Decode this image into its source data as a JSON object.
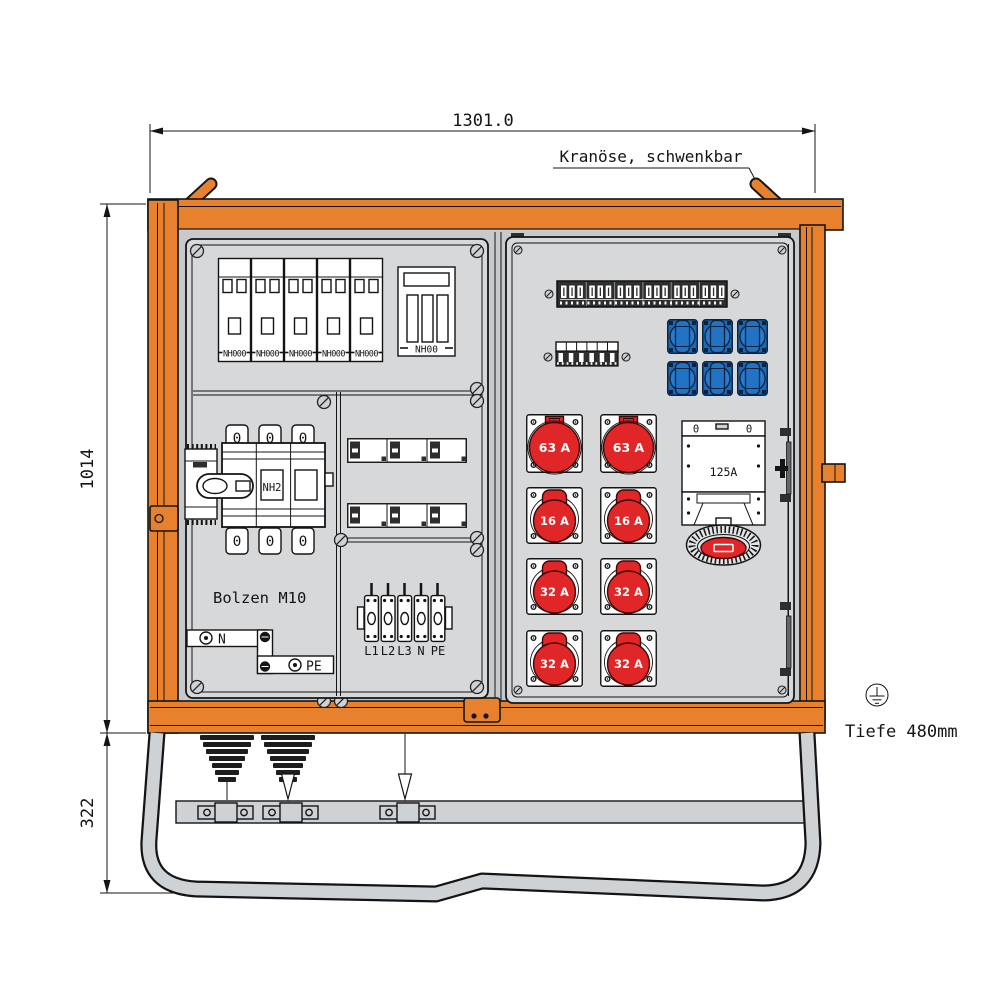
{
  "colors": {
    "orange": "#E8812D",
    "red": "#E02627",
    "red_dark": "#3D0608",
    "blue": "#2273C4",
    "blue_dark": "#0A2440",
    "panel": "#D6D8DA",
    "interior": "#C7CACC",
    "metal": "#CED2D4",
    "line": "#141414",
    "dark": "#2E2E2E"
  },
  "dimensions": {
    "width": "1301.0",
    "height": "1014",
    "base_height": "322"
  },
  "labels": {
    "crane": "Kranöse, schwenkbar",
    "bolt": "Bolzen M10",
    "depth": "Tiefe 480mm"
  },
  "fuse_section": {
    "strips": [
      "NH000",
      "NH000",
      "NH000",
      "NH000",
      "NH000"
    ],
    "base": "NH00"
  },
  "main_switch": {
    "size": "NH2",
    "zeros": [
      "0",
      "0",
      "0",
      "0",
      "0",
      "0"
    ]
  },
  "busbars": {
    "n": "N",
    "pe": "PE"
  },
  "terminal_block": {
    "labels": [
      "L1",
      "L2",
      "L3",
      "N",
      "PE"
    ]
  },
  "outlets": {
    "red": [
      "63 A",
      "63 A",
      "16 A",
      "16 A",
      "32 A",
      "32 A",
      "32 A",
      "32 A"
    ],
    "cee125": {
      "label": "125A",
      "zeros": [
        "0",
        "0"
      ]
    }
  }
}
